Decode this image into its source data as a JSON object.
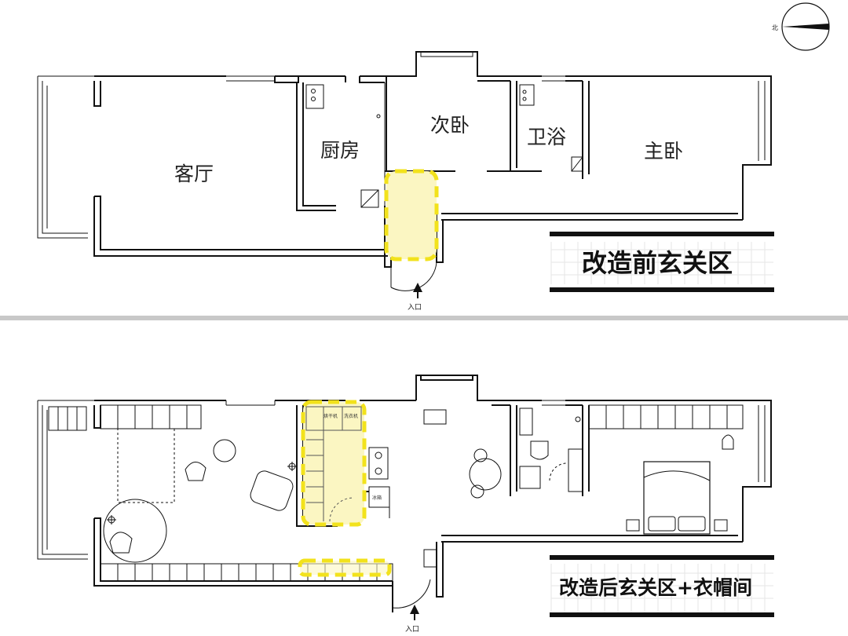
{
  "before": {
    "rooms": {
      "living": "客厅",
      "kitchen": "厨房",
      "second_bedroom": "次卧",
      "bathroom": "卫浴",
      "master_bedroom": "主卧"
    },
    "entrance": "入口",
    "caption": "改造前玄关区"
  },
  "after": {
    "cabinet_labels": [
      "烘干机",
      "洗衣机"
    ],
    "fridge_label": "冰箱",
    "entrance": "入口",
    "caption": "改造后玄关区+衣帽间"
  },
  "compass": {
    "north": "北"
  },
  "colors": {
    "wall": "#111111",
    "highlight_fill": "#fbf6c2",
    "highlight_dash": "#f2e21c",
    "divider": "#c8c8c8"
  }
}
